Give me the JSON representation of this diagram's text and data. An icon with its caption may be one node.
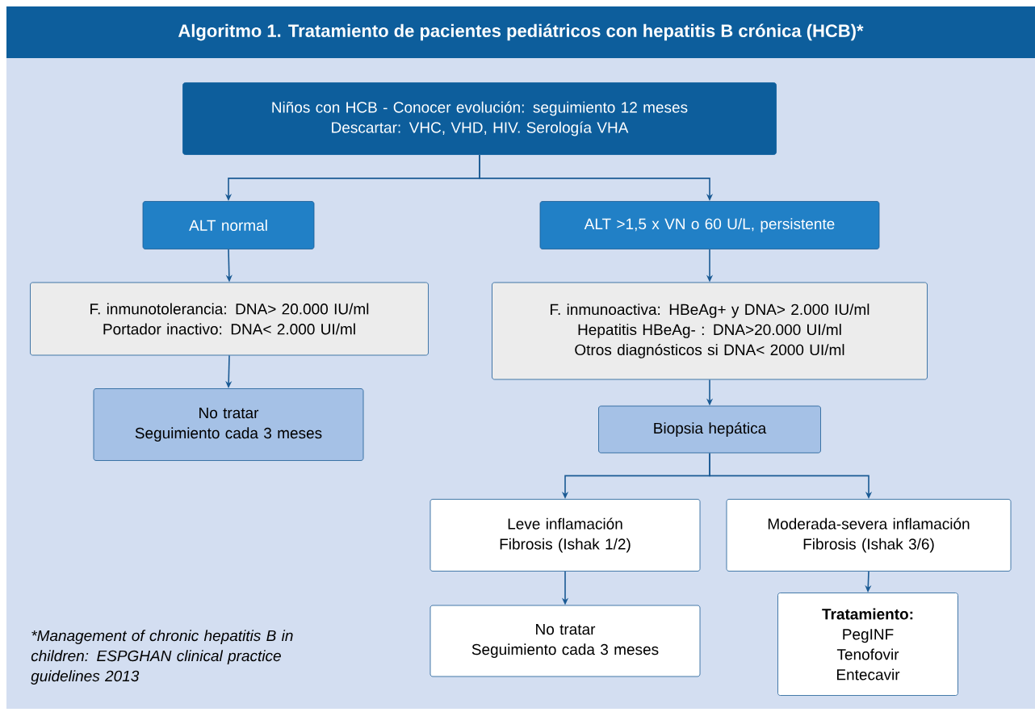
{
  "diagram": {
    "title": "Algoritmo 1.  Tratamiento de pacientes pediátricos con hepatitis B crónica (HCB)*",
    "nodes": [
      {
        "text": [
          "Niños con HCB - Conocer evolución: seguimiento 12 meses",
          "Descartar: VHC, VHD, HIV. Serología VHA"
        ]
      },
      {
        "text": [
          "ALT normal"
        ]
      },
      {
        "text": [
          "ALT >1,5 x VN o 60 U/L, persistente"
        ]
      },
      {
        "text": [
          "F. inmunotolerancia: DNA> 20.000 IU/ml",
          "Portador inactivo: DNA< 2.000 UI/ml"
        ]
      },
      {
        "text": [
          "F. inmunoactiva: HBeAg+ y DNA> 2.000 IU/ml",
          "Hepatitis HBeAg- : DNA>20.000 UI/ml",
          "Otros diagnósticos si DNA< 2000 UI/ml"
        ]
      },
      {
        "text": [
          "No tratar",
          "Seguimiento cada 3 meses"
        ]
      },
      {
        "text": [
          "Biopsia hepática"
        ]
      },
      {
        "text": [
          "Leve inflamación",
          "Fibrosis (Ishak 1/2)"
        ]
      },
      {
        "text": [
          "Moderada-severa  inflamación",
          "Fibrosis (Ishak 3/6)"
        ]
      },
      {
        "text": [
          "No tratar",
          "Seguimiento cada 3 meses"
        ]
      },
      {
        "text": [
          "Tratamiento:",
          "PegINF",
          "Tenofovir",
          "Entecavir"
        ]
      }
    ],
    "edges": [
      {
        "from": 0,
        "to": 1,
        "arrow": "to"
      },
      {
        "from": 0,
        "to": 2,
        "arrow": "to"
      },
      {
        "from": 1,
        "to": 3,
        "arrow": "to"
      },
      {
        "from": 2,
        "to": 4,
        "arrow": "to"
      },
      {
        "from": 3,
        "to": 5,
        "arrow": "to"
      },
      {
        "from": 4,
        "to": 6,
        "arrow": "to"
      },
      {
        "from": 6,
        "to": 7,
        "arrow": "to"
      },
      {
        "from": 6,
        "to": 8,
        "arrow": "to"
      },
      {
        "from": 7,
        "to": 9,
        "arrow": "to"
      },
      {
        "from": 8,
        "to": 10,
        "arrow": "to"
      }
    ],
    "labels": [
      "*Management of chronic hepatitis B in children: ESPGHAN clinical practice guidelines 2013"
    ]
  }
}
